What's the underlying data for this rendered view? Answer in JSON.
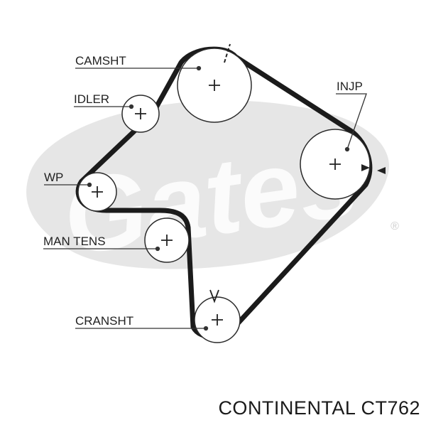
{
  "diagram": {
    "labels": {
      "camshaft": "CAMSHT",
      "idler": "IDLER",
      "water_pump": "WP",
      "manual_tensioner": "MAN TENS",
      "crankshaft": "CRANSHT",
      "injection_pump": "INJP"
    },
    "caption": "CONTINENTAL CT762",
    "watermark": "Gates",
    "watermark_mark": "®",
    "colors": {
      "belt": "#1b1b1b",
      "pulley_outline": "#2a2a2a",
      "watermark": "#e6e6e6",
      "text": "#222222"
    }
  }
}
